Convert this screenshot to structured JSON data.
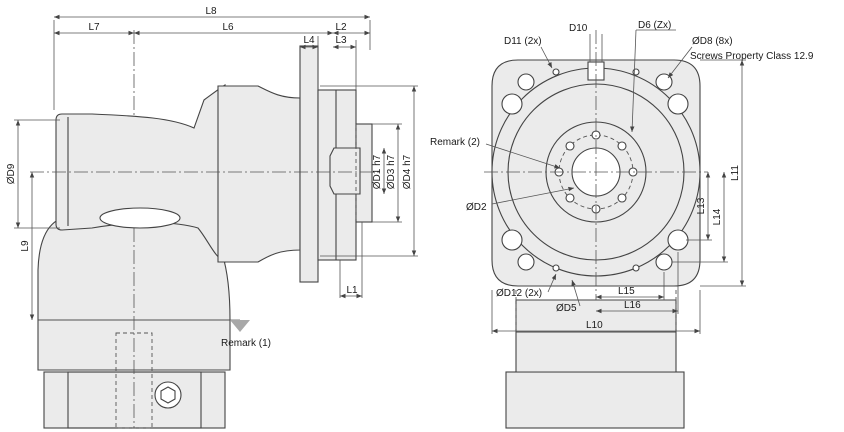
{
  "side_view": {
    "dims": {
      "L8": "L8",
      "L7": "L7",
      "L6": "L6",
      "L2": "L2",
      "L4": "L4",
      "L3": "L3",
      "L1": "L1",
      "L9": "L9",
      "D9": "ØD9",
      "D1": "ØD1 h7",
      "D3": "ØD3 h7",
      "D4": "ØD4 h7"
    },
    "remark1": "Remark (1)"
  },
  "front_view": {
    "dims": {
      "D10": "D10",
      "D11": "D11 (2x)",
      "D6": "D6 (Zx)",
      "D8": "ØD8 (8x)",
      "D2": "ØD2",
      "D12": "ØD12 (2x)",
      "D5": "ØD5",
      "L15": "L15",
      "L16": "L16",
      "L10": "L10",
      "L11": "L11",
      "L13": "L13",
      "L14": "L14"
    },
    "screws_note": "Screws Property Class 12.9",
    "remark2": "Remark (2)"
  }
}
